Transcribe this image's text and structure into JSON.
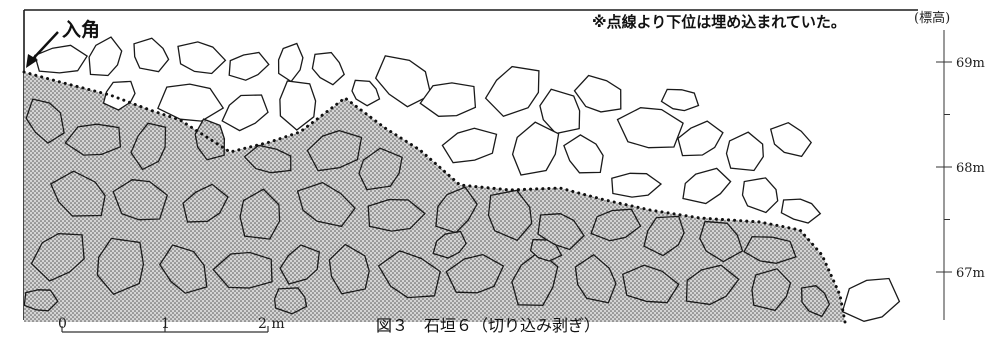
{
  "labels": {
    "corner": "入角",
    "note": "※点線より下位は埋め込まれていた。",
    "elevation_header": "(標高)",
    "caption": "図３　石垣６（切り込み剥ぎ）"
  },
  "elevation_ticks": [
    {
      "label": "69m",
      "value": 69
    },
    {
      "label": "68m",
      "value": 68
    },
    {
      "label": "67m",
      "value": 67
    }
  ],
  "scale_bar": {
    "ticks": [
      {
        "label": "0",
        "value": 0
      },
      {
        "label": "1",
        "value": 1
      },
      {
        "label": "2 m",
        "value": 2
      }
    ]
  },
  "legend_meaning": {
    "hatched": "buried below dotted line",
    "white": "exposed"
  },
  "colors": {
    "line": "#1a1a1a",
    "buried_fill": "#bdbdbd",
    "exposed_fill": "#ffffff",
    "dotted_line": "#111111"
  }
}
